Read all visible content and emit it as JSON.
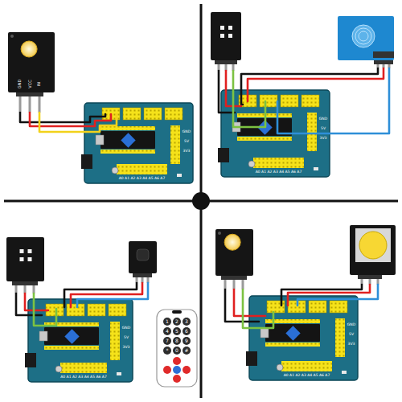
{
  "diagram": {
    "labels": [
      "GND",
      "VCC",
      "IN",
      "GND",
      "5V",
      "3V3",
      "A0 A1 A2 A3 A4 A5 A6 A7",
      "GND",
      "5V",
      "3V3",
      "A0 A1 A2 A3 A4 A5 A6 A7",
      "GND",
      "5V",
      "3V3",
      "A0 A1 A2 A3 A4 A5 A6 A7",
      "GND",
      "5V",
      "3V3",
      "A0 A1 A2 A3 A4 A5 A6 A7",
      "1",
      "2",
      "3",
      "4",
      "5",
      "6",
      "7",
      "8",
      "9",
      "*",
      "0",
      "#"
    ]
  }
}
